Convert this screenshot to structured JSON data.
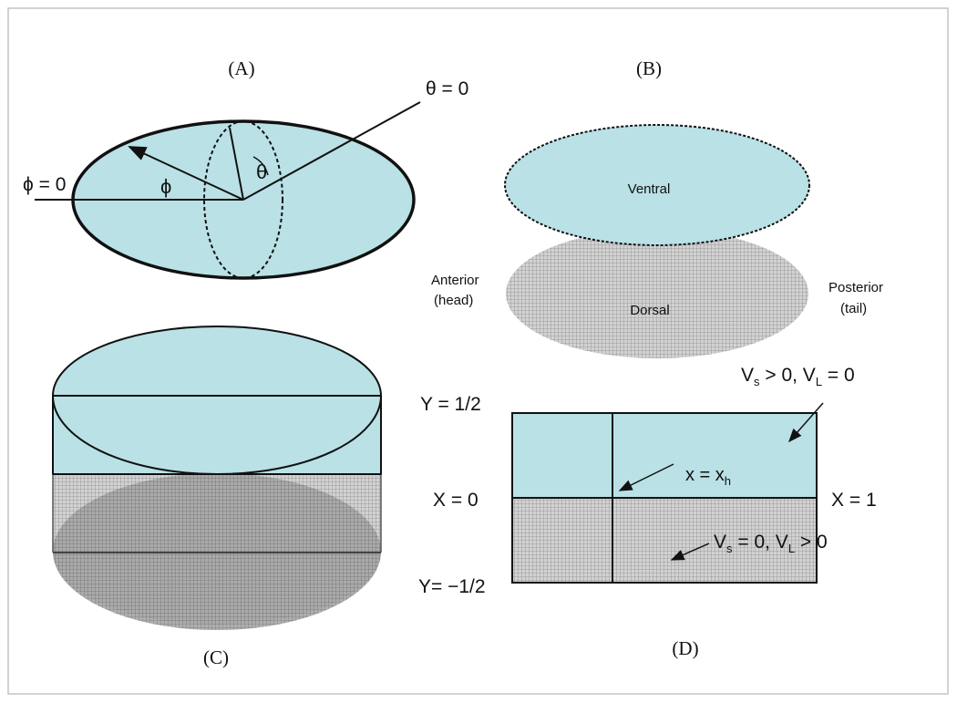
{
  "colors": {
    "ventral_fill": "#b9e1e6",
    "dorsal_fill": "#c7c7c7",
    "dorsal_dark": "#9a9a9a",
    "line": "#111111",
    "frame": "#bfbfbf"
  },
  "panels": {
    "a": {
      "label": "(A)",
      "theta_zero": "θ = 0",
      "phi_zero": "ϕ = 0",
      "phi": "ϕ",
      "theta": "θ"
    },
    "b": {
      "label": "(B)",
      "ventral": "Ventral",
      "dorsal": "Dorsal",
      "anterior_1": "Anterior",
      "anterior_2": "(head)",
      "posterior_1": "Posterior",
      "posterior_2": "(tail)"
    },
    "c": {
      "label": "(C)"
    },
    "d": {
      "label": "(D)",
      "y_top": "Y = 1/2",
      "y_bottom": "Y= −1/2",
      "x_zero": "X = 0",
      "x_one": "X = 1",
      "top_note": {
        "V": "V",
        "s": "s",
        "mid": " > 0, V",
        "L": "L",
        "end": " = 0"
      },
      "xh_note": {
        "x": "x = x",
        "h": "h"
      },
      "bottom_note": {
        "V": "V",
        "s": "s",
        "mid": " = 0, V",
        "L": "L",
        "end": " > 0"
      }
    }
  }
}
